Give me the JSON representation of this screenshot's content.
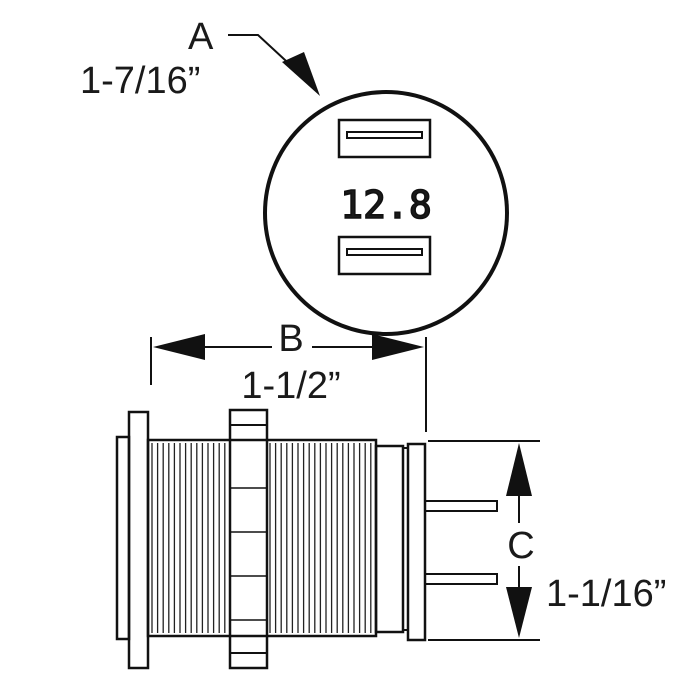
{
  "dimensions": {
    "a": {
      "letter": "A",
      "value": "1-7/16”"
    },
    "b": {
      "letter": "B",
      "value": "1-1/2”"
    },
    "c": {
      "letter": "C",
      "value": "1-1/16”"
    }
  },
  "display": {
    "reading": "12.8"
  },
  "colors": {
    "line": "#111111",
    "body": "#ffffff"
  }
}
